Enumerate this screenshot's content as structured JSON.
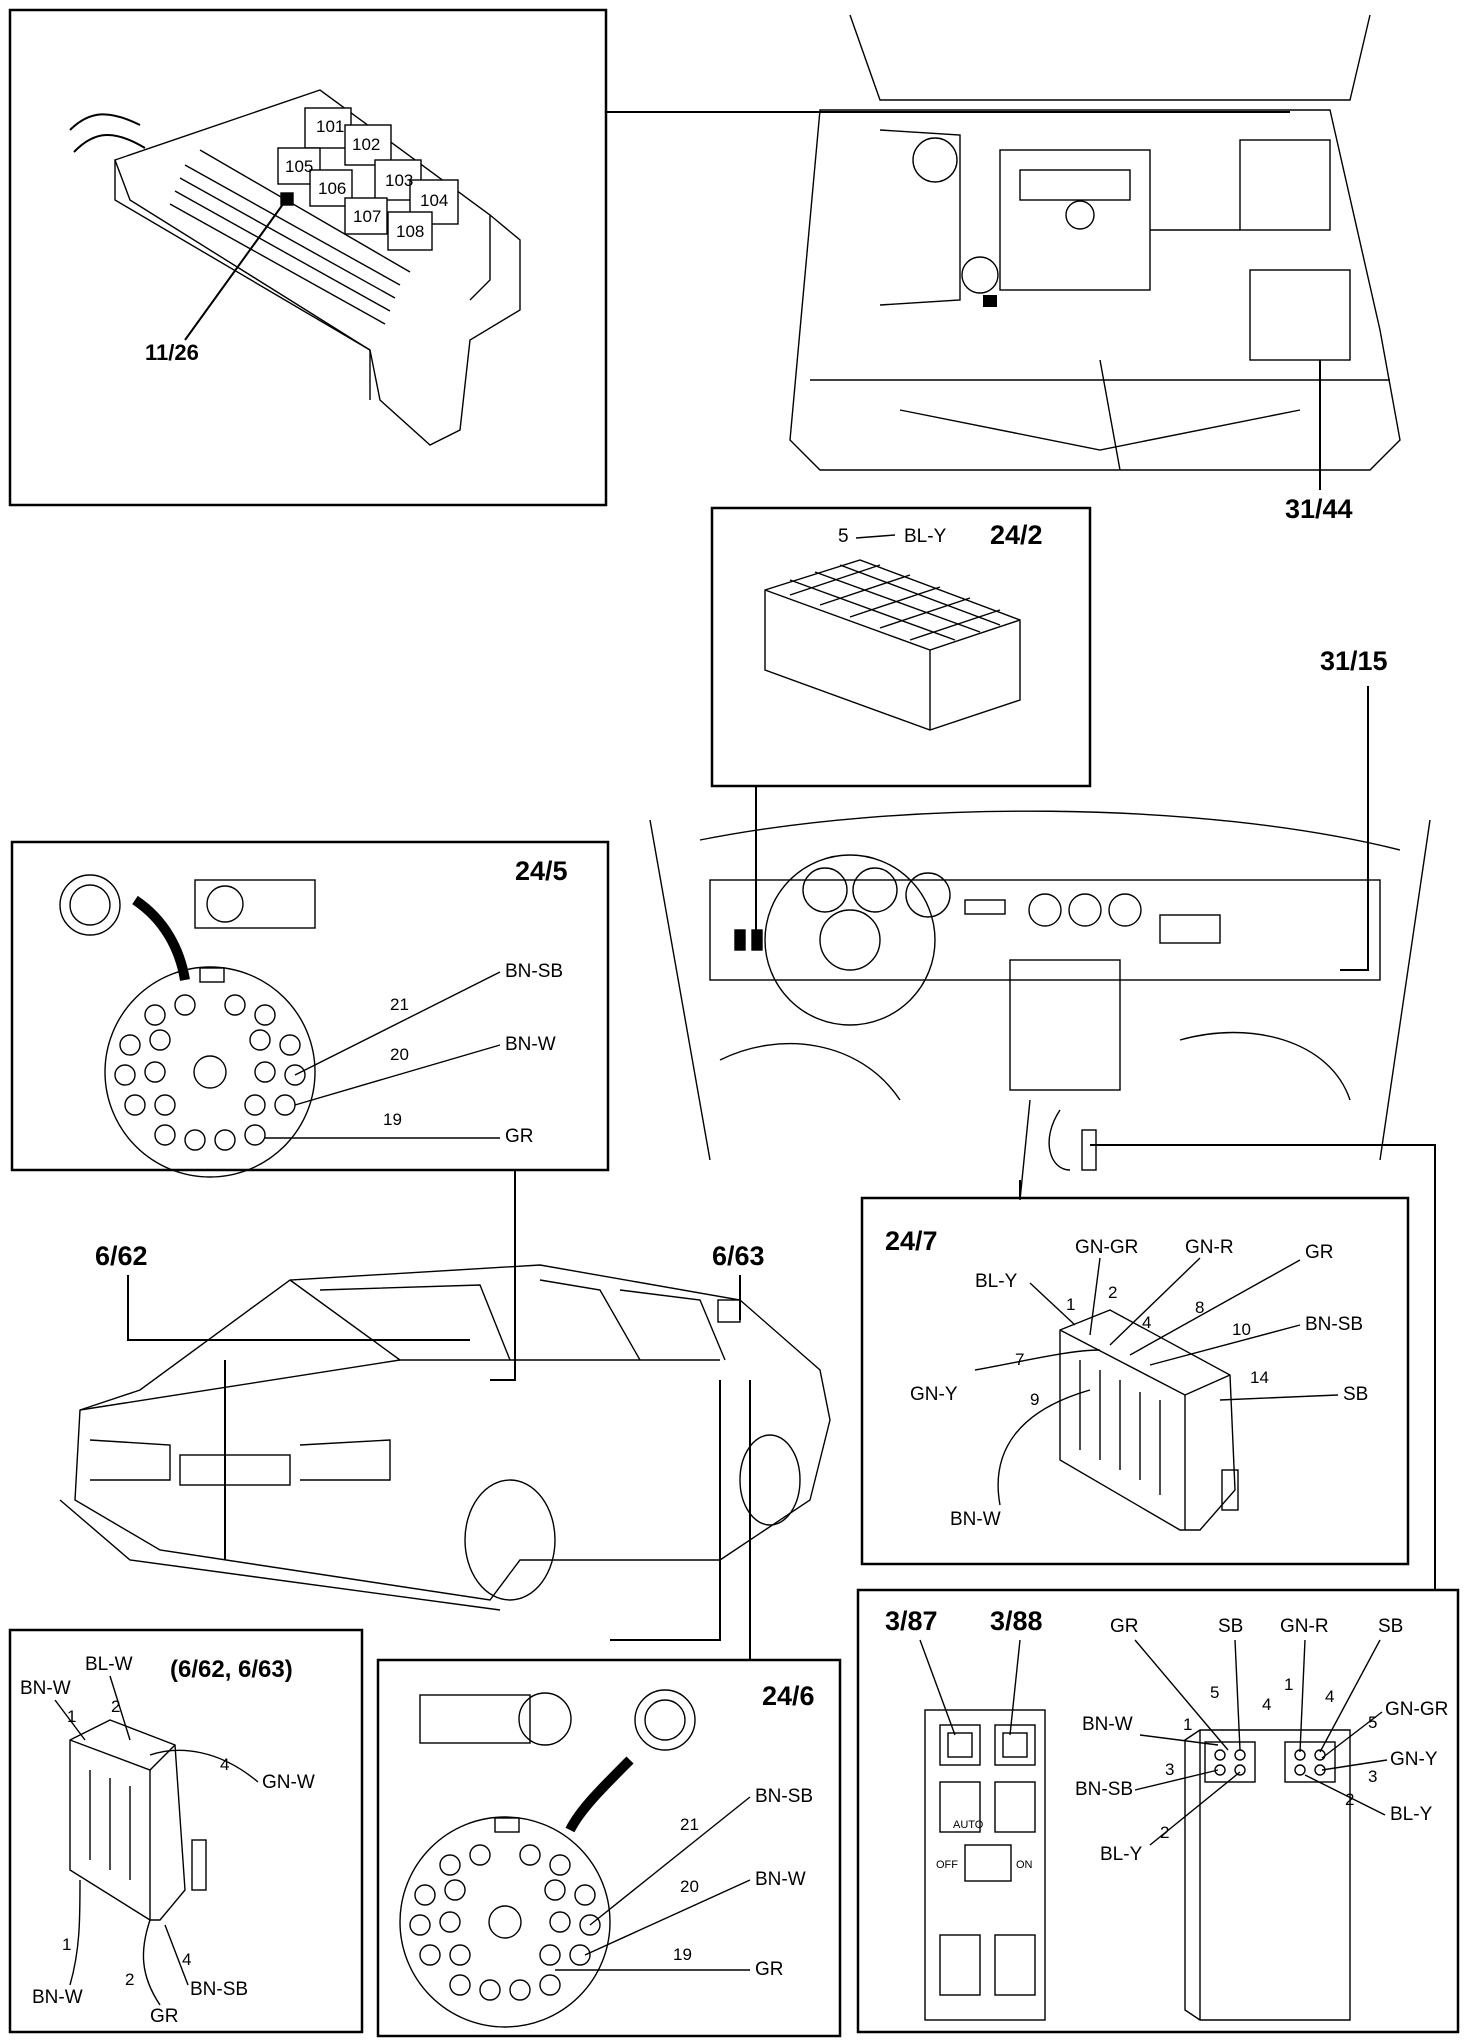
{
  "fusebox": {
    "ref": "11/26",
    "relays": [
      "101",
      "102",
      "103",
      "104",
      "105",
      "106",
      "107",
      "108"
    ]
  },
  "engine": {
    "ref": "31/44"
  },
  "dash": {
    "ref": "31/15"
  },
  "conn_24_2": {
    "ref": "24/2",
    "pin": "5",
    "wire": "BL-Y"
  },
  "conn_24_5": {
    "ref": "24/5",
    "pins": [
      {
        "num": "21",
        "wire": "BN-SB"
      },
      {
        "num": "20",
        "wire": "BN-W"
      },
      {
        "num": "19",
        "wire": "GR"
      }
    ]
  },
  "conn_24_6": {
    "ref": "24/6",
    "pins": [
      {
        "num": "21",
        "wire": "BN-SB"
      },
      {
        "num": "20",
        "wire": "BN-W"
      },
      {
        "num": "19",
        "wire": "GR"
      }
    ]
  },
  "car": {
    "left_ref": "6/62",
    "right_ref": "6/63"
  },
  "conn_24_7": {
    "ref": "24/7",
    "pins": [
      {
        "num": "1",
        "wire": "BL-Y"
      },
      {
        "num": "2",
        "wire": "GN-GR"
      },
      {
        "num": "4",
        "wire": "GN-R"
      },
      {
        "num": "8",
        "wire": "GR"
      },
      {
        "num": "10",
        "wire": "BN-SB"
      },
      {
        "num": "14",
        "wire": "SB"
      },
      {
        "num": "7",
        "wire": "GN-Y"
      },
      {
        "num": "9",
        "wire": "BN-W"
      }
    ]
  },
  "mirror_conn": {
    "ref": "(6/62, 6/63)",
    "top": [
      {
        "num": "1",
        "wire": "BN-W"
      },
      {
        "num": "2",
        "wire": "BL-W"
      },
      {
        "num": "4",
        "wire": "GN-W"
      }
    ],
    "bottom": [
      {
        "num": "1",
        "wire": "BN-W"
      },
      {
        "num": "2",
        "wire": "GR"
      },
      {
        "num": "4",
        "wire": "BN-SB"
      }
    ]
  },
  "switches": {
    "left_ref": "3/87",
    "right_ref": "3/88",
    "auto_label": "AUTO",
    "off_label": "OFF",
    "on_label": "ON",
    "left_conn": {
      "top_wires": [
        "GR",
        "SB"
      ],
      "pins": [
        {
          "num": "5",
          "wire": "GR"
        },
        {
          "num": "4",
          "wire": "SB"
        },
        {
          "num": "1",
          "wire": "BN-W"
        },
        {
          "num": "3",
          "wire": "BN-SB"
        },
        {
          "num": "2",
          "wire": "BL-Y"
        }
      ]
    },
    "right_conn": {
      "pins": [
        {
          "num": "1",
          "wire": "GN-R"
        },
        {
          "num": "4",
          "wire": "SB"
        },
        {
          "num": "5",
          "wire": "GN-GR"
        },
        {
          "num": "3",
          "wire": "GN-Y"
        },
        {
          "num": "2",
          "wire": "BL-Y"
        }
      ]
    }
  }
}
